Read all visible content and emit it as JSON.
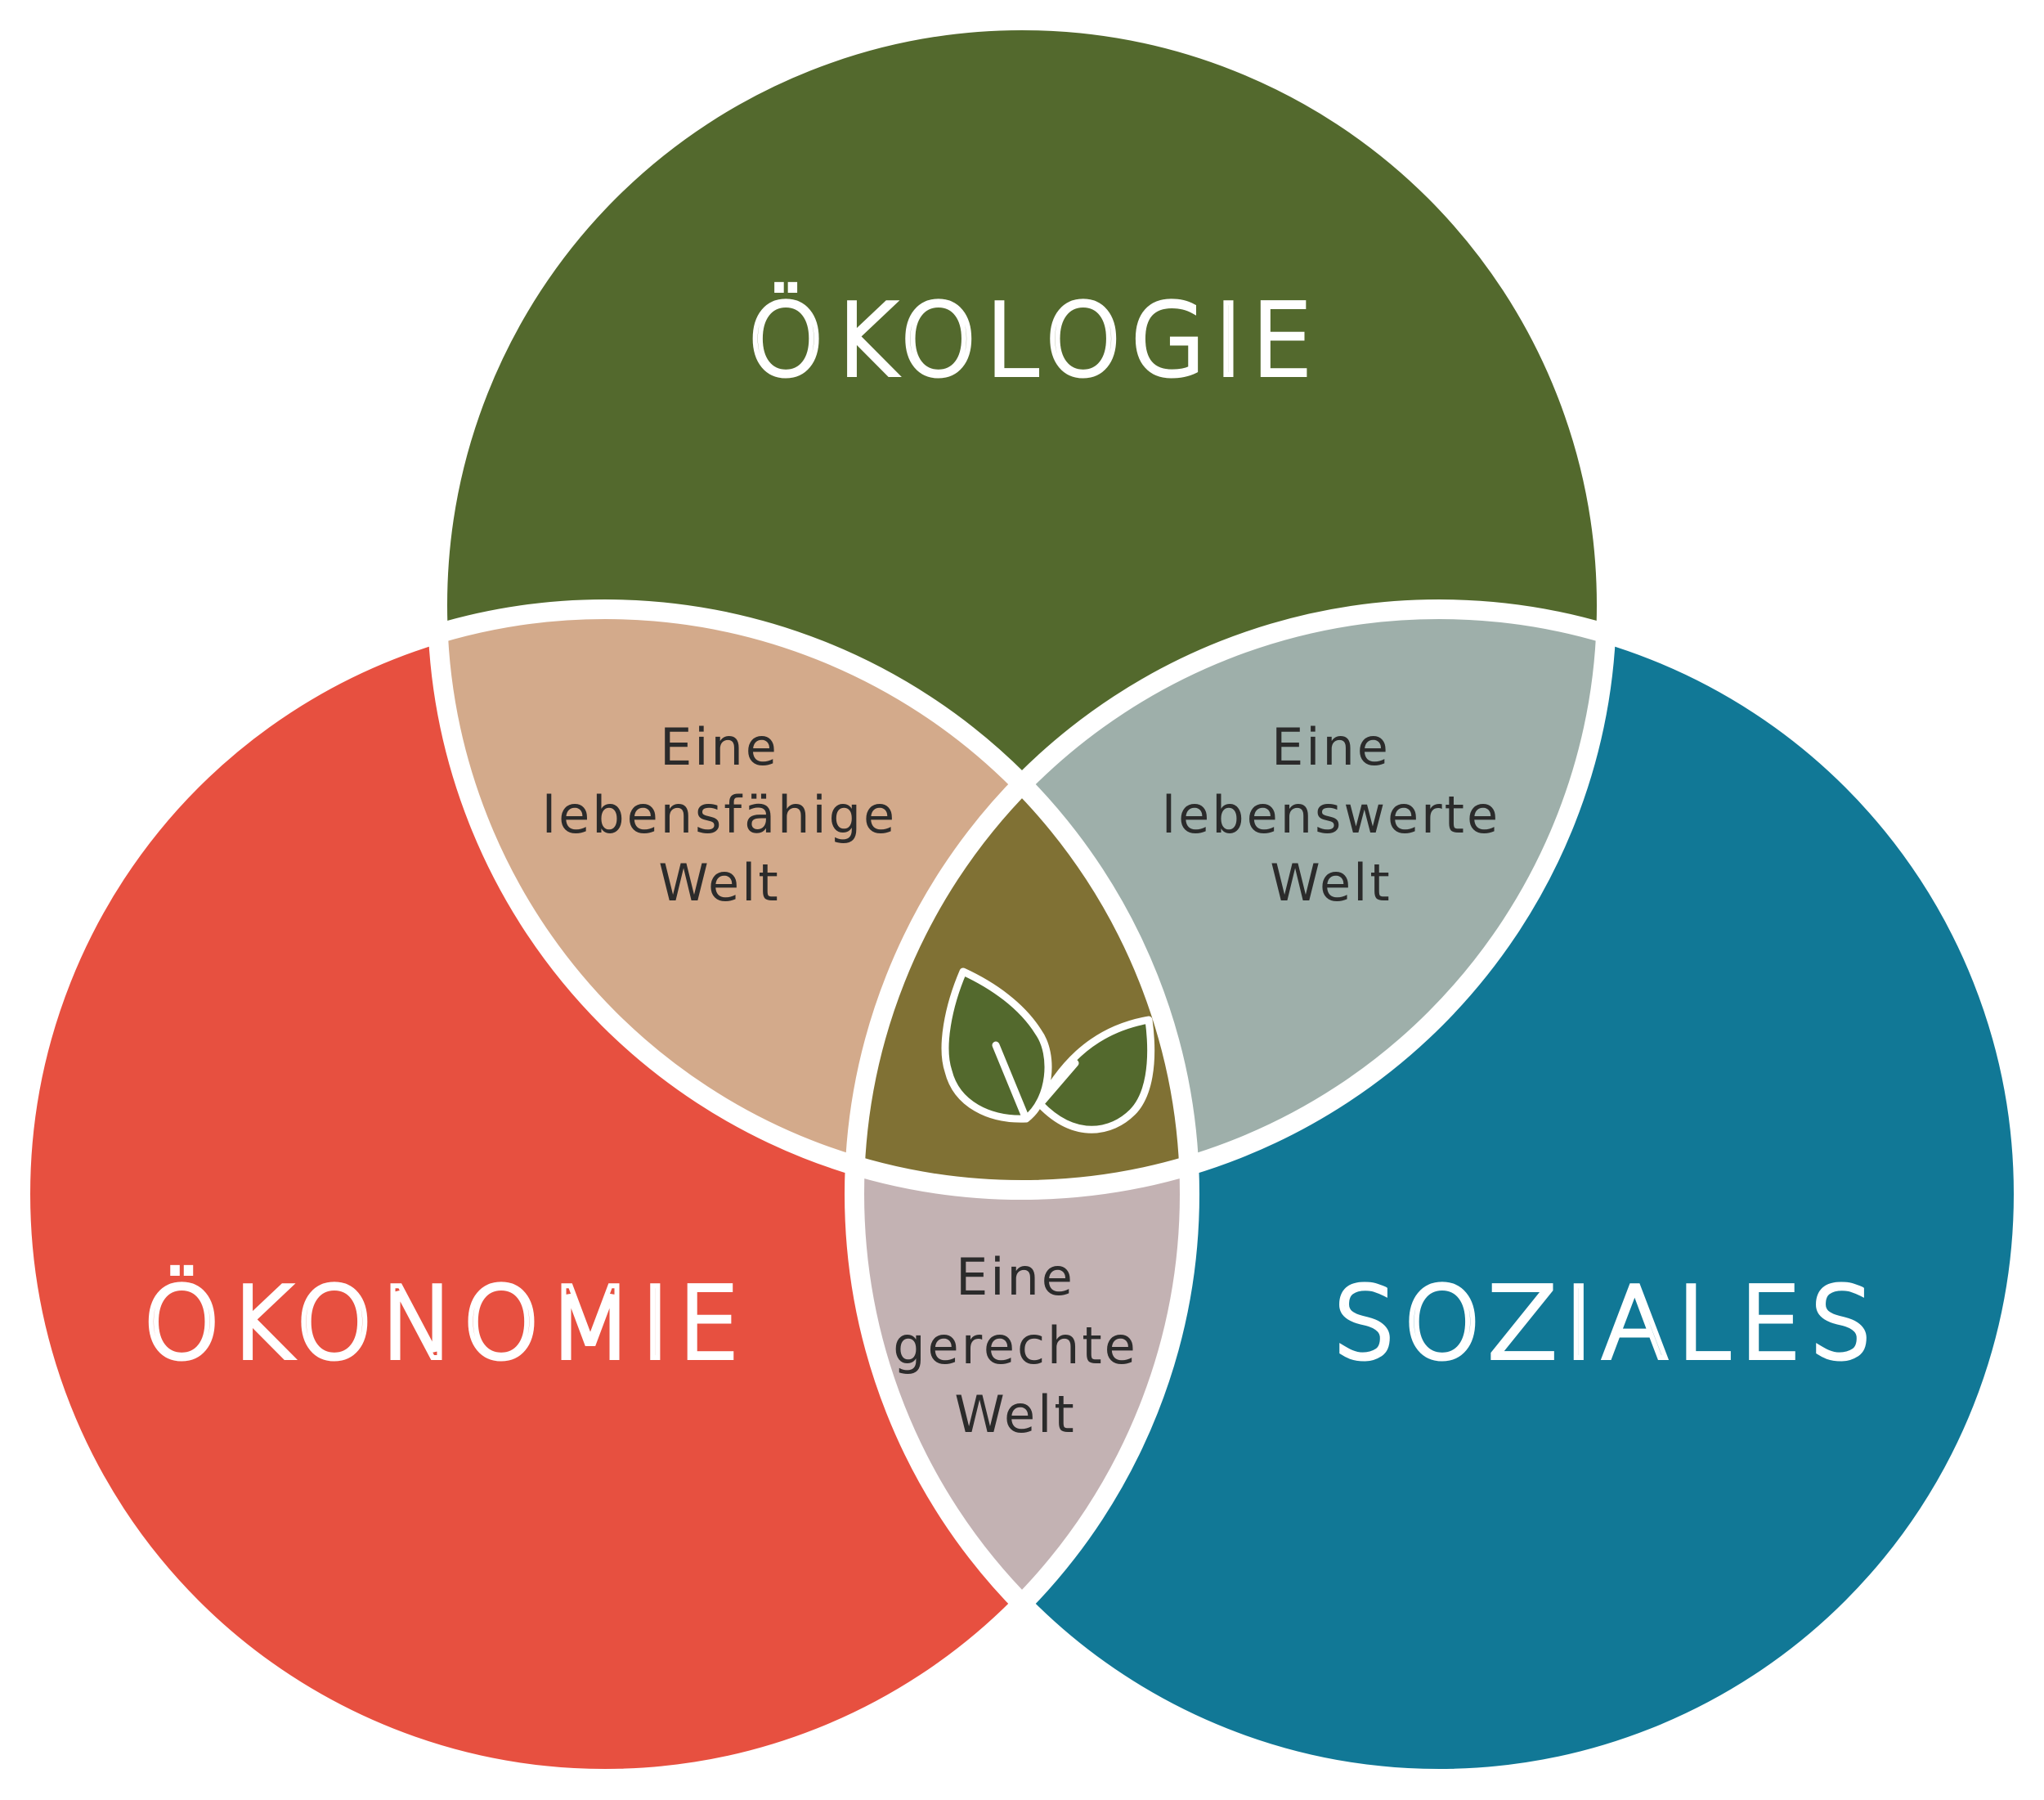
{
  "circles": {
    "oekologie": {
      "label": "ÖKOLOGIE",
      "color": "#53692d"
    },
    "oekonomie": {
      "label": "ÖKONOMIE",
      "color": "#e75040"
    },
    "soziales": {
      "label": "SOZIALES",
      "color": "#117896"
    }
  },
  "overlaps": {
    "oekologie_oekonomie": {
      "lines": [
        "Eine",
        "lebensfähige",
        "Welt"
      ],
      "color": "#d3aa8b"
    },
    "oekologie_soziales": {
      "lines": [
        "Eine",
        "lebenswerte",
        "Welt"
      ],
      "color": "#9eafaa"
    },
    "oekonomie_soziales": {
      "lines": [
        "Eine",
        "gerechte",
        "Welt"
      ],
      "color": "#c3b2b3"
    },
    "center": {
      "color": "#807134",
      "icon": "leaves-icon"
    }
  },
  "colors": {
    "outline": "#ffffff",
    "leaf_fill": "#53692d"
  }
}
